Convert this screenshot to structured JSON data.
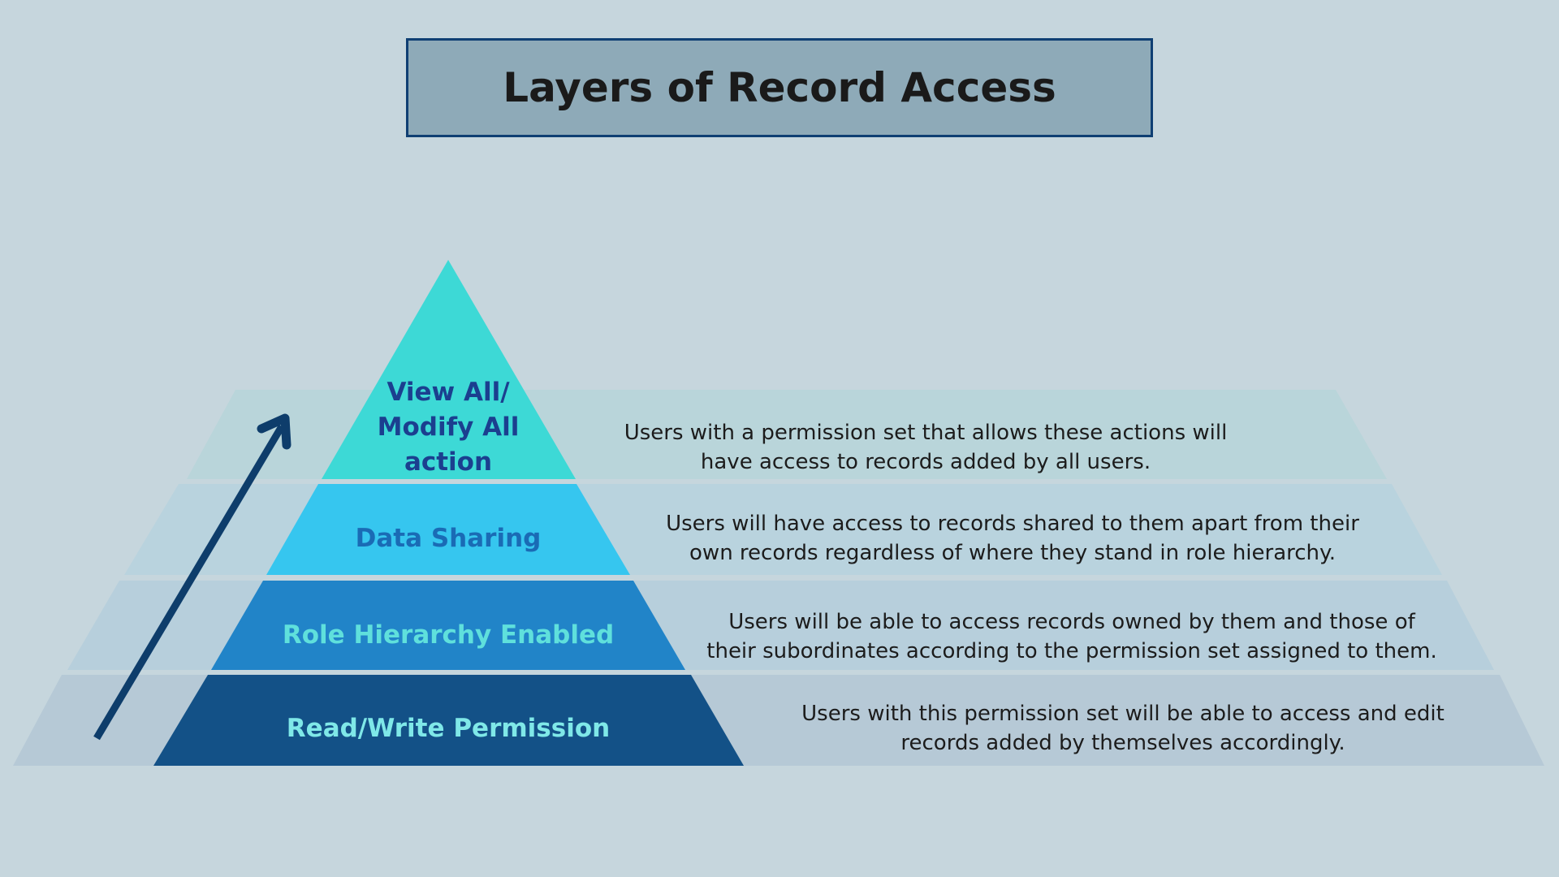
{
  "title": "Layers of Record Access",
  "colors": {
    "background": "#c6d6dd",
    "title_fill": "#8eaab8",
    "title_border": "#0f3f73",
    "arrow": "#0e3d6b"
  },
  "layers": [
    {
      "label_lines": [
        "View All/",
        "Modify All",
        "action"
      ],
      "label_color": "#1b3f8f",
      "fill": "#3dd9d6",
      "band": "#b9d5da",
      "description": [
        "Users with a permission set that allows these actions will",
        "have access to records added by all users."
      ]
    },
    {
      "label_lines": [
        "Data Sharing"
      ],
      "label_color": "#1a6bb5",
      "fill": "#36c6ef",
      "band": "#b9d3de",
      "description": [
        "Users will have access to records shared to them apart from their",
        "own records regardless of where they stand in role hierarchy."
      ]
    },
    {
      "label_lines": [
        "Role Hierarchy Enabled"
      ],
      "label_color": "#5fe0dc",
      "fill": "#2184c8",
      "band": "#b7cfdc",
      "description": [
        "Users  will be able to access records owned by them and those of",
        "their subordinates according to the permission set assigned to them."
      ]
    },
    {
      "label_lines": [
        "Read/Write Permission"
      ],
      "label_color": "#7fe8e8",
      "fill": "#135187",
      "band": "#b6c9d6",
      "description": [
        "Users with this permission set will be able to access and edit",
        "records added by themselves accordingly."
      ]
    }
  ],
  "arrow_icon": "up-right-arrow"
}
